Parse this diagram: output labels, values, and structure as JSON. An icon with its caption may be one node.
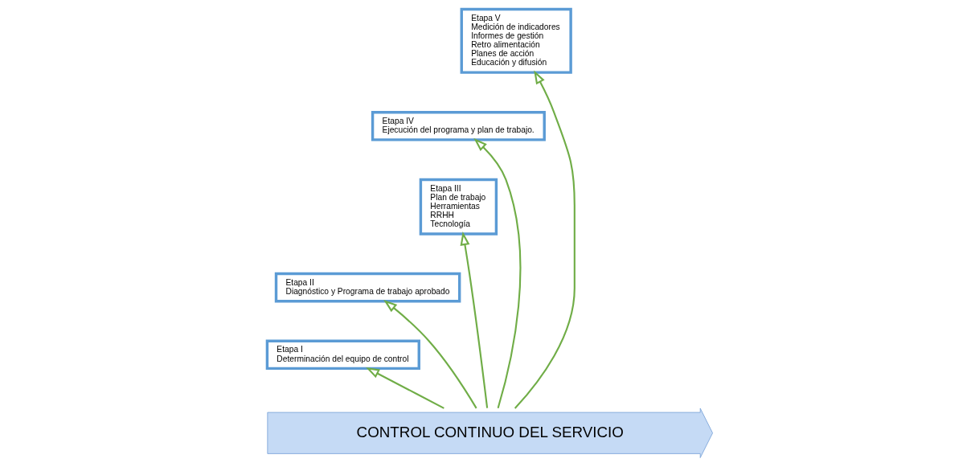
{
  "diagram": {
    "nodes": [
      {
        "text": [
          "Etapa I",
          "Determinación del equipo de control"
        ]
      },
      {
        "text": [
          "Etapa II",
          "Diagnóstico y Programa de trabajo aprobado"
        ]
      },
      {
        "text": [
          "Etapa III",
          "Plan de trabajo",
          "Herramientas",
          "RRHH",
          "Tecnología"
        ]
      },
      {
        "text": [
          "Etapa IV",
          "Ejecución del programa y plan de trabajo."
        ]
      },
      {
        "text": [
          "Etapa V",
          "Medición de indicadores",
          "Informes de gestión",
          "Retro alimentación",
          "Planes de acción",
          "Educación y difusión"
        ]
      },
      {
        "text": [
          "CONTROL CONTINUO DEL SERVICIO"
        ]
      }
    ],
    "edges": [
      {
        "from": 5,
        "to": 0,
        "arrow": "to"
      },
      {
        "from": 5,
        "to": 1,
        "arrow": "to"
      },
      {
        "from": 5,
        "to": 2,
        "arrow": "to"
      },
      {
        "from": 5,
        "to": 3,
        "arrow": "to"
      },
      {
        "from": 5,
        "to": 4,
        "arrow": "to"
      }
    ]
  }
}
